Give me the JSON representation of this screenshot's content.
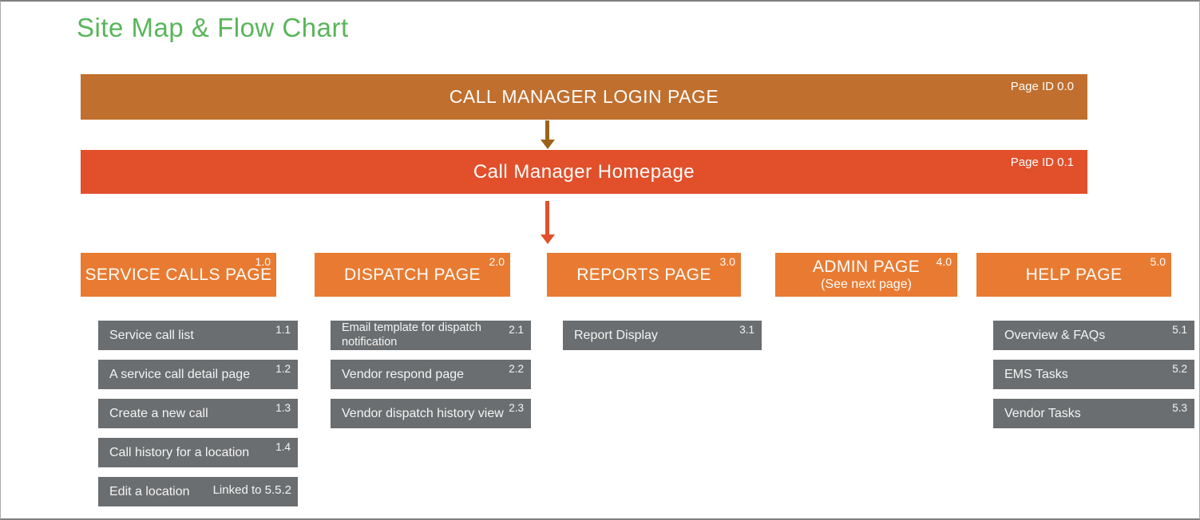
{
  "page": {
    "title": "Site Map & Flow Chart"
  },
  "colors": {
    "title_green": "#58B65A",
    "banner1": "#C06F2E",
    "arrow1": "#9C6318",
    "banner2": "#E1502B",
    "header_orange": "#E87B31",
    "child_grey": "#6B6E70"
  },
  "banners": [
    {
      "label": "CALL MANAGER LOGIN PAGE",
      "page_id": "Page ID 0.0"
    },
    {
      "label": "Call Manager Homepage",
      "page_id": "Page ID 0.1"
    }
  ],
  "columns": [
    {
      "header": {
        "label": "SERVICE CALLS PAGE",
        "id": "1.0"
      },
      "children": [
        {
          "label": "Service call list",
          "id": "1.1"
        },
        {
          "label": "A service call detail page",
          "id": "1.2"
        },
        {
          "label": "Create a new call",
          "id": "1.3"
        },
        {
          "label": "Call history for a location",
          "id": "1.4"
        },
        {
          "label": "Edit a location",
          "id": "Linked to 5.5.2"
        }
      ]
    },
    {
      "header": {
        "label": "DISPATCH PAGE",
        "id": "2.0"
      },
      "children": [
        {
          "label": "Email template for dispatch notification",
          "id": "2.1"
        },
        {
          "label": "Vendor respond page",
          "id": "2.2"
        },
        {
          "label": "Vendor dispatch history view",
          "id": "2.3"
        }
      ]
    },
    {
      "header": {
        "label": "REPORTS PAGE",
        "id": "3.0"
      },
      "children": [
        {
          "label": "Report Display",
          "id": "3.1"
        }
      ]
    },
    {
      "header": {
        "label": "ADMIN PAGE",
        "sub": "(See next page)",
        "id": "4.0"
      },
      "children": []
    },
    {
      "header": {
        "label": "HELP PAGE",
        "id": "5.0"
      },
      "children": [
        {
          "label": "Overview & FAQs",
          "id": "5.1"
        },
        {
          "label": "EMS Tasks",
          "id": "5.2"
        },
        {
          "label": "Vendor Tasks",
          "id": "5.3"
        }
      ]
    }
  ]
}
